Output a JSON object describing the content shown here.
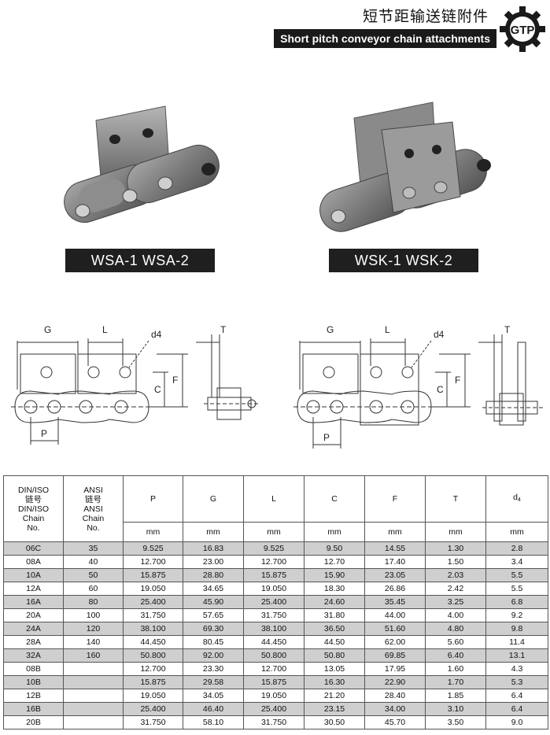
{
  "header": {
    "title_cn": "短节距输送链附件",
    "title_en": "Short pitch conveyor chain attachments",
    "logo_text": "GTP"
  },
  "captions": {
    "left": "WSA-1  WSA-2",
    "right": "WSK-1  WSK-2"
  },
  "diagram_labels": {
    "G": "G",
    "L": "L",
    "d4": "d4",
    "T": "T",
    "C": "C",
    "F": "F",
    "P": "P"
  },
  "table": {
    "headers": {
      "din": [
        "DIN/ISO",
        "链号",
        "DIN/ISO",
        "Chain",
        "No."
      ],
      "ansi": [
        "ANSI",
        "链号",
        "ANSI",
        "Chain",
        "No."
      ],
      "P": "P",
      "G": "G",
      "L": "L",
      "C": "C",
      "F": "F",
      "T": "T",
      "d4": "d"
    },
    "unit": "mm",
    "rows": [
      [
        "06C",
        "35",
        "9.525",
        "16.83",
        "9.525",
        "9.50",
        "14.55",
        "1.30",
        "2.8"
      ],
      [
        "08A",
        "40",
        "12.700",
        "23.00",
        "12.700",
        "12.70",
        "17.40",
        "1.50",
        "3.4"
      ],
      [
        "10A",
        "50",
        "15.875",
        "28.80",
        "15.875",
        "15.90",
        "23.05",
        "2.03",
        "5.5"
      ],
      [
        "12A",
        "60",
        "19.050",
        "34.65",
        "19.050",
        "18.30",
        "26.86",
        "2.42",
        "5.5"
      ],
      [
        "16A",
        "80",
        "25.400",
        "45.90",
        "25.400",
        "24.60",
        "35.45",
        "3.25",
        "6.8"
      ],
      [
        "20A",
        "100",
        "31.750",
        "57.65",
        "31.750",
        "31.80",
        "44.00",
        "4.00",
        "9.2"
      ],
      [
        "24A",
        "120",
        "38.100",
        "69.30",
        "38.100",
        "36.50",
        "51.60",
        "4.80",
        "9.8"
      ],
      [
        "28A",
        "140",
        "44.450",
        "80.45",
        "44.450",
        "44.50",
        "62.00",
        "5.60",
        "11.4"
      ],
      [
        "32A",
        "160",
        "50.800",
        "92.00",
        "50.800",
        "50.80",
        "69.85",
        "6.40",
        "13.1"
      ],
      [
        "08B",
        "",
        "12.700",
        "23.30",
        "12.700",
        "13.05",
        "17.95",
        "1.60",
        "4.3"
      ],
      [
        "10B",
        "",
        "15.875",
        "29.58",
        "15.875",
        "16.30",
        "22.90",
        "1.70",
        "5.3"
      ],
      [
        "12B",
        "",
        "19.050",
        "34.05",
        "19.050",
        "21.20",
        "28.40",
        "1.85",
        "6.4"
      ],
      [
        "16B",
        "",
        "25.400",
        "46.40",
        "25.400",
        "23.15",
        "34.00",
        "3.10",
        "6.4"
      ],
      [
        "20B",
        "",
        "31.750",
        "58.10",
        "31.750",
        "30.50",
        "45.70",
        "3.50",
        "9.0"
      ]
    ],
    "shaded_rows": [
      0,
      2,
      4,
      6,
      8,
      10,
      12
    ]
  }
}
